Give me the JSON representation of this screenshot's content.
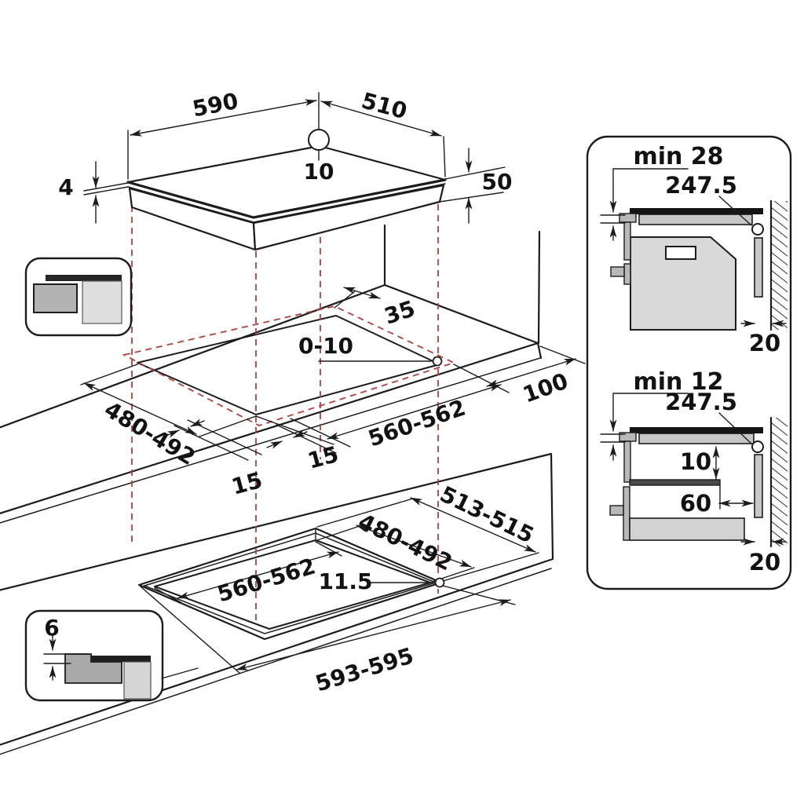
{
  "hob": {
    "width": "590",
    "depth": "510",
    "center_offset": "10",
    "glass_thickness": "4",
    "body_height": "50"
  },
  "top_cutout": {
    "back_gap": "35",
    "front_overhang": "0-10",
    "depth": "480-492",
    "width": "560-562",
    "margin_left": "15",
    "margin_front": "15",
    "side_clearance": "100"
  },
  "flush_cutout": {
    "outer_depth": "513-515",
    "inner_depth": "480-492",
    "inner_width": "560-562",
    "rim": "11.5",
    "outer_width": "593-595",
    "rebate_depth": "6"
  },
  "overlay_section": {
    "min_label": "min 28",
    "half_width": "247.5",
    "wall_gap": "20"
  },
  "flush_section": {
    "min_label": "min 12",
    "half_width": "247.5",
    "shelf_gap": "10",
    "shelf_inset": "60",
    "wall_gap": "20"
  },
  "colors": {
    "line": "#1c1c1c",
    "projection_red": "#b4403e",
    "glass_black": "#151515",
    "worktop_gray": "#c7c7c7",
    "oven_gray": "#d9d9d9",
    "clip_gray": "#b8b8b8",
    "shelf_dark": "#4a4a4a",
    "drawer_gray": "#d2d2d2"
  }
}
